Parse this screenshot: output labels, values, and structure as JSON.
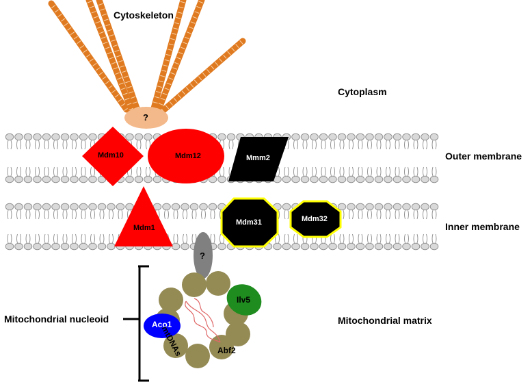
{
  "colors": {
    "cytoskeleton": "#e07a20",
    "cytoskeleton_stripe": "#f7d2a8",
    "unknown_adaptor": "#f4b98a",
    "membrane_head": "#d9d9d9",
    "membrane_head_stroke": "#8c8c8c",
    "red_protein": "#ff0000",
    "black_protein": "#000000",
    "yellow_outline": "#ffff00",
    "gray_unknown": "#808080",
    "nucleoid_bead": "#948a54",
    "aco1": "#0000ff",
    "ilv5": "#1e8c1e",
    "mtdna": "#e06666"
  },
  "labels": {
    "cytoskeleton": "Cytoskeleton",
    "cytoplasm": "Cytoplasm",
    "outer_membrane": "Outer membrane",
    "inner_membrane": "Inner membrane",
    "mitochondrial_nucleoid": "Mitochondrial nucleoid",
    "mitochondrial_matrix": "Mitochondrial matrix"
  },
  "proteins": {
    "adaptor_unknown": "?",
    "mdm10": "Mdm10",
    "mdm12": "Mdm12",
    "mmm2": "Mmm2",
    "mdm1": "Mdm1",
    "mdm31": "Mdm31",
    "mdm32": "Mdm32",
    "inner_unknown": "?",
    "ilv5": "Ilv5",
    "aco1": "Aco1",
    "abf2": "Abf2",
    "mtdnas": "mtDNAs"
  }
}
